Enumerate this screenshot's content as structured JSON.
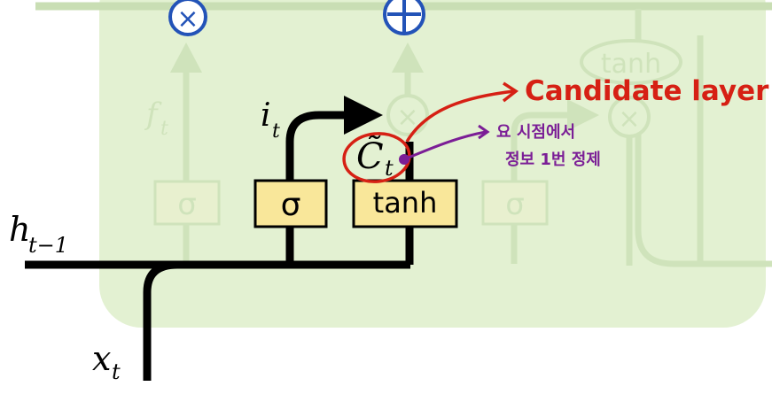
{
  "diagram": {
    "ops": {
      "multiply_top": "×",
      "add_top": "+",
      "multiply_faded_left": "×",
      "multiply_faded_right": "×"
    },
    "gates": {
      "sigma_faded_left": "σ",
      "sigma_input": "σ",
      "tanh_candidate": "tanh",
      "sigma_faded_right": "σ",
      "tanh_faded_top": "tanh"
    },
    "labels": {
      "f_t": "f",
      "f_t_sub": "t",
      "i_t": "i",
      "i_t_sub": "t",
      "c_tilde": "C̃",
      "c_tilde_sub": "t",
      "h_prev": "h",
      "h_prev_sub": "t−1",
      "x_t": "x",
      "x_t_sub": "t"
    },
    "annotations": {
      "candidate": "Candidate layer",
      "korean_line1": "요 시점에서",
      "korean_line2": "정보 1번 정제"
    }
  }
}
